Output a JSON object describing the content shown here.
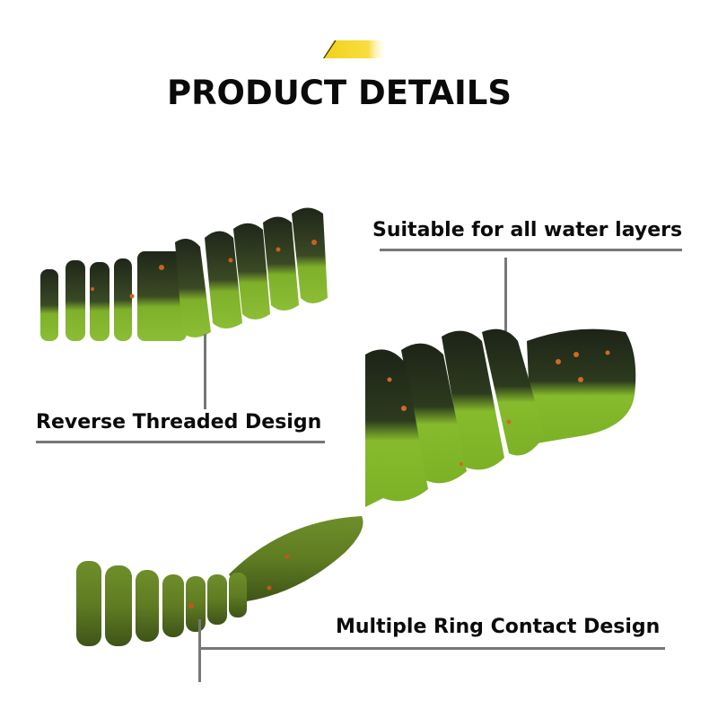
{
  "header": {
    "title": "PRODUCT DETAILS",
    "accent_color": "#f5d000"
  },
  "callouts": [
    {
      "label": "Suitable for all water layers"
    },
    {
      "label": "Reverse Threaded Design"
    },
    {
      "label": "Multiple Ring Contact Design"
    }
  ],
  "colors": {
    "line": "#777777",
    "lure_green": "#86b52e",
    "lure_dark": "#27301c",
    "flake": "#c8621e"
  },
  "images": [
    {
      "name": "lure-closeup-threaded-body"
    },
    {
      "name": "lure-closeup-head"
    },
    {
      "name": "lure-closeup-ringed-tail"
    }
  ]
}
